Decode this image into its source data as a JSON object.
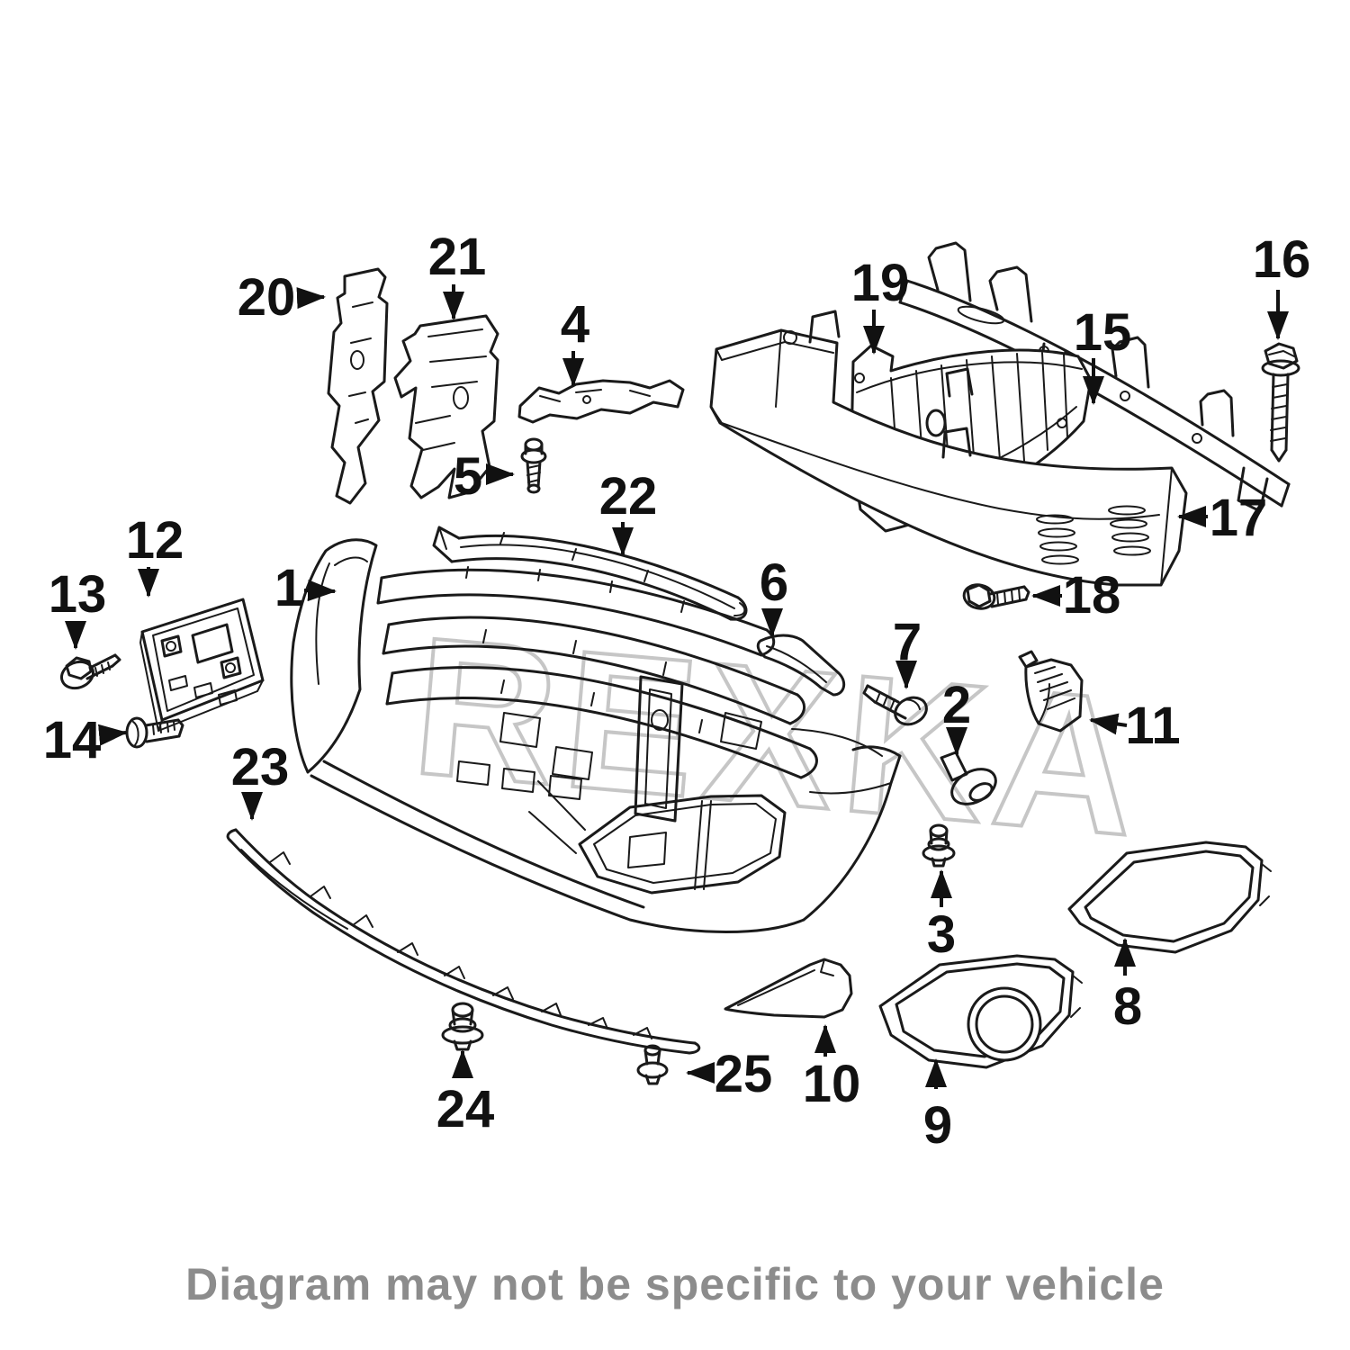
{
  "diagram": {
    "watermark": "REXKA",
    "caption": "Diagram may not be specific to your vehicle",
    "labels": [
      "1",
      "2",
      "3",
      "4",
      "5",
      "6",
      "7",
      "8",
      "9",
      "10",
      "11",
      "12",
      "13",
      "14",
      "15",
      "16",
      "17",
      "18",
      "19",
      "20",
      "21",
      "22",
      "23",
      "24",
      "25"
    ],
    "colors": {
      "line": "#1a1a1a",
      "dark_part": "#4f4f4f",
      "watermark": "#c6c6c6",
      "caption": "#8c8c8c",
      "background": "#ffffff"
    }
  }
}
